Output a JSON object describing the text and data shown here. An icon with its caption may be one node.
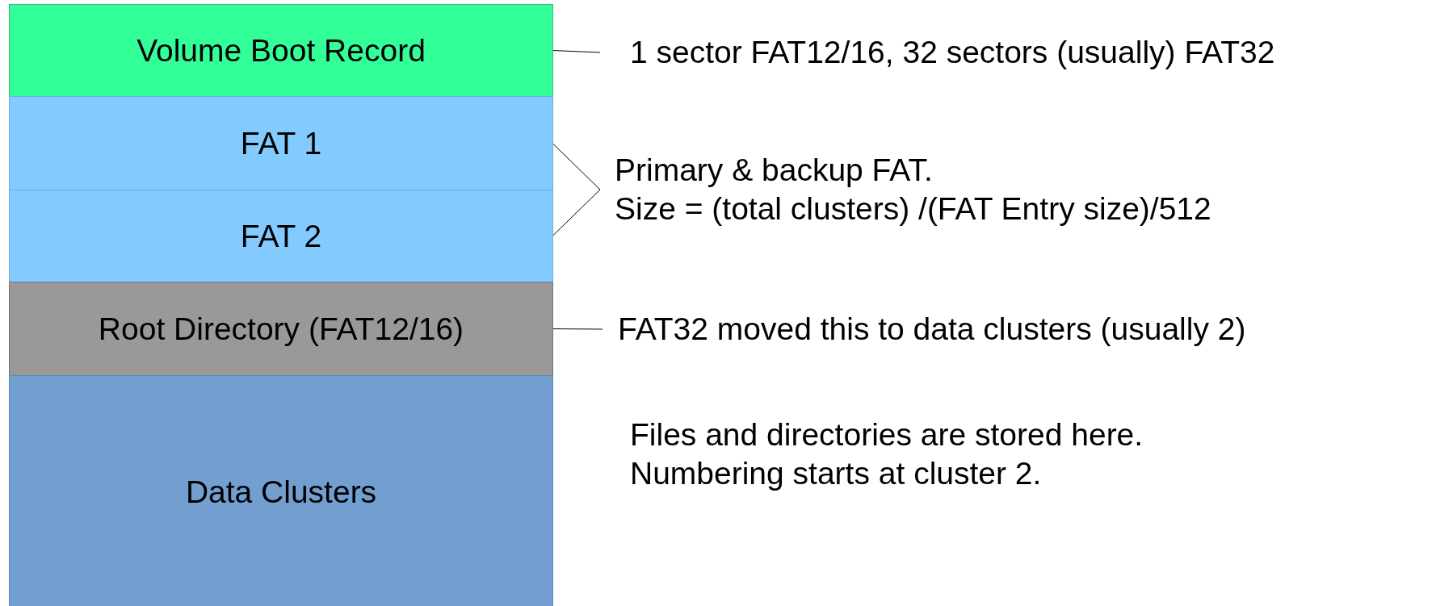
{
  "diagram": {
    "nodes": [
      {
        "text": [
          "Volume Boot Record"
        ]
      },
      {
        "text": [
          "FAT 1"
        ]
      },
      {
        "text": [
          "FAT 2"
        ]
      },
      {
        "text": [
          "Root Directory (FAT12/16)"
        ]
      },
      {
        "text": [
          "Data Clusters"
        ],
        "beside": [
          "Files and directories are stored here.",
          "Numbering starts at cluster 2."
        ]
      },
      {
        "text": [
          "1 sector FAT12/16, 32 sectors (usually) FAT32"
        ]
      },
      {
        "text": [
          "Primary & backup FAT.",
          "Size = (total clusters) /(FAT Entry size)/512"
        ]
      },
      {
        "text": [
          "FAT32 moved this to data clusters (usually 2)"
        ]
      }
    ],
    "edges": [
      {
        "from": 0,
        "to": 5,
        "arrow": "none"
      },
      {
        "from": 1,
        "to": 6,
        "arrow": "none"
      },
      {
        "from": 2,
        "to": 6,
        "arrow": "none"
      },
      {
        "from": 3,
        "to": 7,
        "arrow": "none"
      }
    ]
  }
}
